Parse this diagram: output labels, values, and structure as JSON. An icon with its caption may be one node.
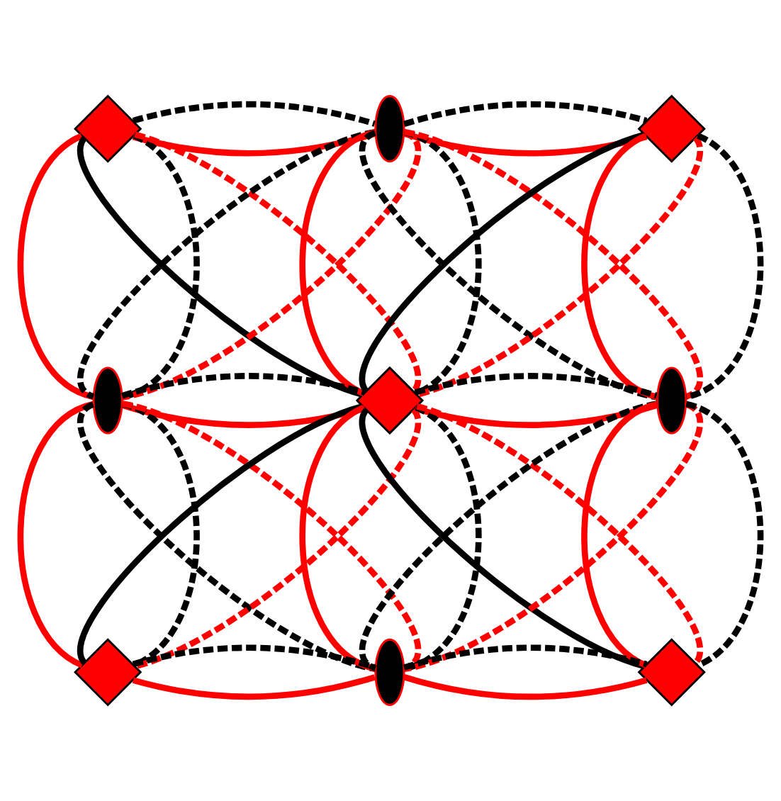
{
  "diagram": {
    "nodes": [
      {
        "text": [],
        "shape": "diamond"
      },
      {
        "text": [],
        "shape": "ellipse"
      },
      {
        "text": [],
        "shape": "diamond"
      },
      {
        "text": [],
        "shape": "ellipse"
      },
      {
        "text": [],
        "shape": "diamond"
      },
      {
        "text": [],
        "shape": "ellipse"
      },
      {
        "text": [],
        "shape": "diamond"
      },
      {
        "text": [],
        "shape": "ellipse"
      },
      {
        "text": [],
        "shape": "diamond"
      }
    ],
    "edges": [
      {
        "from": 0,
        "to": 1,
        "arrow": "none",
        "color": "#ff0000"
      },
      {
        "from": 0,
        "to": 1,
        "arrow": "none",
        "style": "dashed",
        "color": "#000000"
      },
      {
        "from": 1,
        "to": 2,
        "arrow": "none",
        "color": "#ff0000"
      },
      {
        "from": 1,
        "to": 2,
        "arrow": "none",
        "style": "dashed",
        "color": "#000000"
      },
      {
        "from": 0,
        "to": 3,
        "arrow": "none",
        "color": "#ff0000"
      },
      {
        "from": 0,
        "to": 3,
        "arrow": "none",
        "style": "dashed",
        "color": "#000000"
      },
      {
        "from": 1,
        "to": 4,
        "arrow": "none",
        "color": "#ff0000"
      },
      {
        "from": 1,
        "to": 4,
        "arrow": "none",
        "style": "dashed",
        "color": "#000000"
      },
      {
        "from": 2,
        "to": 5,
        "arrow": "none",
        "color": "#ff0000"
      },
      {
        "from": 2,
        "to": 5,
        "arrow": "none",
        "style": "dashed",
        "color": "#000000"
      },
      {
        "from": 3,
        "to": 4,
        "arrow": "none",
        "color": "#ff0000"
      },
      {
        "from": 3,
        "to": 4,
        "arrow": "none",
        "style": "dashed",
        "color": "#000000"
      },
      {
        "from": 4,
        "to": 5,
        "arrow": "none",
        "color": "#ff0000"
      },
      {
        "from": 4,
        "to": 5,
        "arrow": "none",
        "style": "dashed",
        "color": "#000000"
      },
      {
        "from": 3,
        "to": 6,
        "arrow": "none",
        "color": "#ff0000"
      },
      {
        "from": 3,
        "to": 6,
        "arrow": "none",
        "style": "dashed",
        "color": "#000000"
      },
      {
        "from": 4,
        "to": 7,
        "arrow": "none",
        "color": "#ff0000"
      },
      {
        "from": 4,
        "to": 7,
        "arrow": "none",
        "style": "dashed",
        "color": "#000000"
      },
      {
        "from": 5,
        "to": 8,
        "arrow": "none",
        "color": "#ff0000"
      },
      {
        "from": 5,
        "to": 8,
        "arrow": "none",
        "style": "dashed",
        "color": "#000000"
      },
      {
        "from": 6,
        "to": 7,
        "arrow": "none",
        "color": "#ff0000"
      },
      {
        "from": 6,
        "to": 7,
        "arrow": "none",
        "style": "dashed",
        "color": "#000000"
      },
      {
        "from": 7,
        "to": 8,
        "arrow": "none",
        "color": "#ff0000"
      },
      {
        "from": 7,
        "to": 8,
        "arrow": "none",
        "style": "dashed",
        "color": "#000000"
      },
      {
        "from": 0,
        "to": 4,
        "arrow": "none",
        "color": "#000000"
      },
      {
        "from": 0,
        "to": 4,
        "arrow": "none",
        "style": "dashed",
        "color": "#ff0000"
      },
      {
        "from": 2,
        "to": 4,
        "arrow": "none",
        "color": "#000000"
      },
      {
        "from": 2,
        "to": 4,
        "arrow": "none",
        "style": "dashed",
        "color": "#ff0000"
      },
      {
        "from": 4,
        "to": 6,
        "arrow": "none",
        "color": "#000000"
      },
      {
        "from": 4,
        "to": 6,
        "arrow": "none",
        "style": "dashed",
        "color": "#ff0000"
      },
      {
        "from": 4,
        "to": 8,
        "arrow": "none",
        "color": "#000000"
      },
      {
        "from": 4,
        "to": 8,
        "arrow": "none",
        "style": "dashed",
        "color": "#ff0000"
      },
      {
        "from": 1,
        "to": 3,
        "arrow": "none",
        "style": "dashed",
        "color": "#000000"
      },
      {
        "from": 1,
        "to": 3,
        "arrow": "none",
        "style": "dashed",
        "color": "#ff0000"
      },
      {
        "from": 1,
        "to": 5,
        "arrow": "none",
        "style": "dashed",
        "color": "#000000"
      },
      {
        "from": 1,
        "to": 5,
        "arrow": "none",
        "style": "dashed",
        "color": "#ff0000"
      },
      {
        "from": 3,
        "to": 7,
        "arrow": "none",
        "style": "dashed",
        "color": "#000000"
      },
      {
        "from": 3,
        "to": 7,
        "arrow": "none",
        "style": "dashed",
        "color": "#ff0000"
      },
      {
        "from": 5,
        "to": 7,
        "arrow": "none",
        "style": "dashed",
        "color": "#000000"
      },
      {
        "from": 5,
        "to": 7,
        "arrow": "none",
        "style": "dashed",
        "color": "#ff0000"
      }
    ]
  }
}
